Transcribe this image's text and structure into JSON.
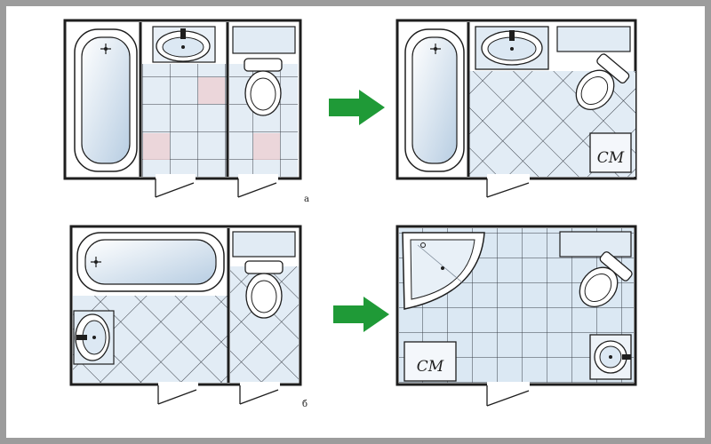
{
  "labels": {
    "top_caption": "а",
    "bottom_caption": "б",
    "washer_top": "СМ",
    "washer_bottom": "СМ"
  },
  "colors": {
    "frame": "#9c9c9c",
    "wall": "#1e1e1e",
    "tile_line": "#3a3f48",
    "tile_fill": "#dbe8f3",
    "tile_fill_light": "#edf3f9",
    "tile_pink": "#eccfd3",
    "fixture_fill": "#ffffff",
    "fixture_shade": "#b8cfe4",
    "arrow": "#1f9a37"
  }
}
